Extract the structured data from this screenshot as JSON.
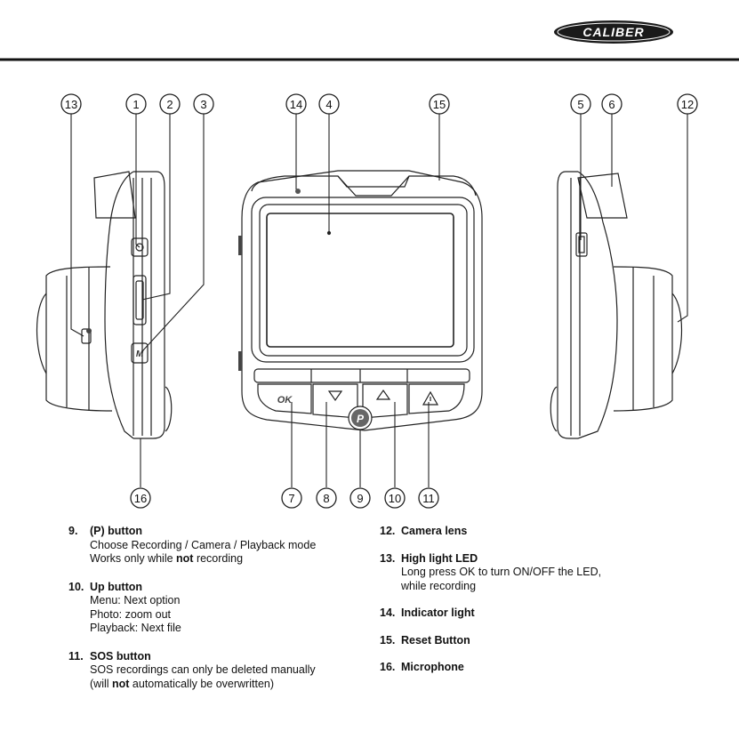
{
  "brand": {
    "logo_text": "CALIBER"
  },
  "callouts": [
    "1",
    "2",
    "3",
    "4",
    "5",
    "6",
    "7",
    "8",
    "9",
    "10",
    "11",
    "12",
    "13",
    "14",
    "15",
    "16"
  ],
  "buttons": {
    "ok": "OK",
    "p": "P",
    "m": "M"
  },
  "legend_left": [
    {
      "num": "9.",
      "title": "(P) button",
      "lines": [
        {
          "parts": [
            "Choose Recording / Camera / Playback mode"
          ]
        },
        {
          "parts": [
            "Works only while ",
            "not",
            " recording"
          ]
        }
      ]
    },
    {
      "num": "10.",
      "title": "Up button",
      "lines": [
        {
          "parts": [
            "Menu: Next option"
          ]
        },
        {
          "parts": [
            "Photo: zoom out"
          ]
        },
        {
          "parts": [
            "Playback: Next file"
          ]
        }
      ]
    },
    {
      "num": "11.",
      "title": "SOS button",
      "lines": [
        {
          "parts": [
            "SOS recordings can only be deleted manually"
          ]
        },
        {
          "parts": [
            "(will ",
            "not",
            " automatically be overwritten)"
          ]
        }
      ]
    }
  ],
  "legend_right": [
    {
      "num": "12.",
      "title": "Camera lens",
      "lines": []
    },
    {
      "num": "13.",
      "title": "High light LED",
      "lines": [
        {
          "parts": [
            "Long press OK to turn ON/OFF the LED,"
          ]
        },
        {
          "parts": [
            "while recording"
          ]
        }
      ]
    },
    {
      "num": "14.",
      "title": "Indicator light",
      "lines": []
    },
    {
      "num": "15.",
      "title": "Reset Button",
      "lines": []
    },
    {
      "num": "16.",
      "title": "Microphone",
      "lines": []
    }
  ]
}
